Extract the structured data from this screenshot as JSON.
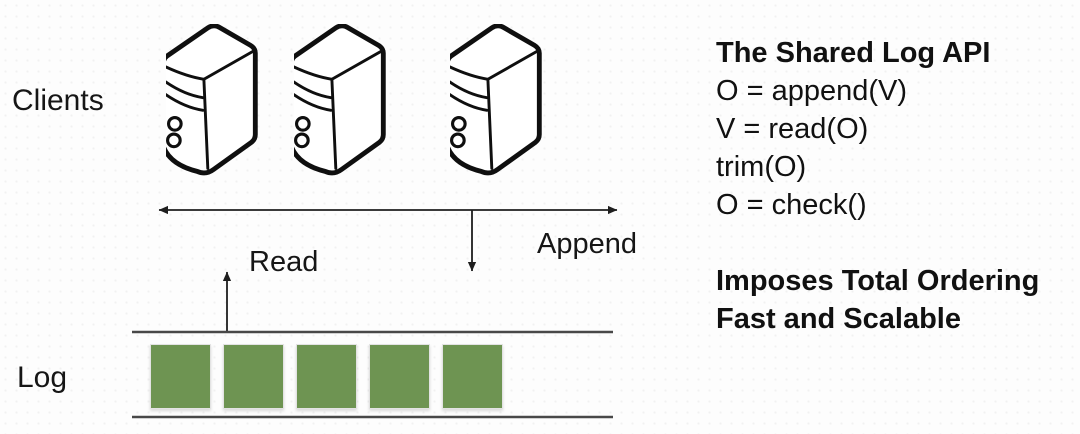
{
  "colors": {
    "background": "#fdfdfd",
    "text": "#161616",
    "log_entry_green": "#6e9452",
    "log_line_gray": "#484848",
    "arrow_black": "#1e1e1e",
    "server_outline_black": "#0f0f0f"
  },
  "diagram": {
    "clients_label": "Clients",
    "log_label": "Log",
    "read_label": "Read",
    "append_label": "Append",
    "server_count": 3,
    "log_entry_count": 5,
    "icons": {
      "server": "computer-tower-icon",
      "log_entry": "green-log-cell"
    }
  },
  "api_panel": {
    "title": "The Shared Log API",
    "operations": [
      "O = append(V)",
      "V = read(O)",
      "trim(O)",
      "O = check()"
    ],
    "notes": [
      "Imposes Total Ordering",
      "Fast and Scalable"
    ]
  }
}
